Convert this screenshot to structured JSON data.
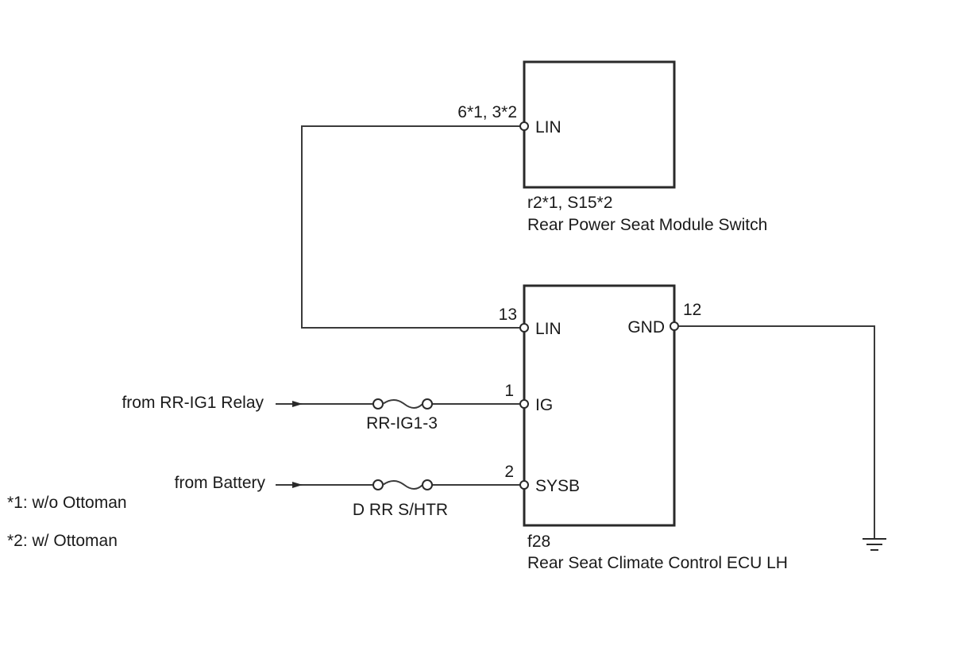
{
  "rear_power_seat_switch": {
    "pin_number": "6*1, 3*2",
    "pin_label": "LIN",
    "connector_code": "r2*1, S15*2",
    "name": "Rear Power Seat Module Switch"
  },
  "climate_ecu": {
    "connector_code": "f28",
    "name": "Rear Seat Climate Control ECU LH",
    "pins": {
      "lin": {
        "number": "13",
        "label": "LIN"
      },
      "ig": {
        "number": "1",
        "label": "IG"
      },
      "sysb": {
        "number": "2",
        "label": "SYSB"
      },
      "gnd": {
        "number": "12",
        "label": "GND"
      }
    }
  },
  "sources": {
    "relay": "from RR-IG1 Relay",
    "battery": "from Battery"
  },
  "fuses": {
    "ig_fuse": "RR-IG1-3",
    "sysb_fuse": "D RR S/HTR"
  },
  "notes": {
    "note1": "*1: w/o Ottoman",
    "note2": "*2: w/ Ottoman"
  }
}
